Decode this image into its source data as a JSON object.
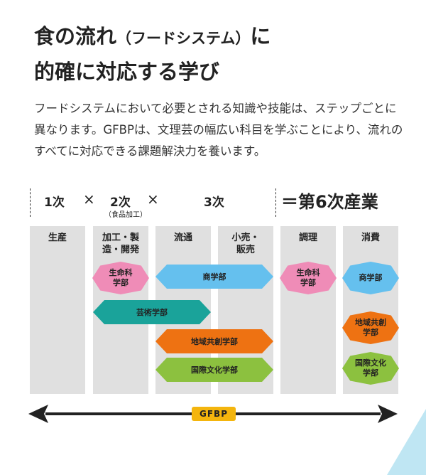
{
  "heading": {
    "line1_main": "食の流れ",
    "line1_paren": "（フードシステム）",
    "line1_tail": "に",
    "line2": "的確に対応する学び"
  },
  "description": "フードシステムにおいて必要とされる知識や技能は、ステップごとに異なります。GFBPは、文理芸の幅広い科目を学ぶことにより、流れのすべてに対応できる課題解決力を養います。",
  "industries": {
    "primary": "1次",
    "secondary": "2次",
    "secondary_note": "（食品加工）",
    "tertiary": "3次",
    "times1": "×",
    "times2": "×",
    "result": "＝第6次産業"
  },
  "columns": [
    "生産",
    "加工・製造・開発",
    "流通",
    "小売・販売",
    "調理",
    "消費"
  ],
  "arrows": {
    "commerce": "商学部",
    "arts": "芸術学部",
    "regional": "地域共創学部",
    "international": "国際文化学部"
  },
  "circles": {
    "life_science_1": "生命科学部",
    "life_science_2": "生命科学部",
    "commerce": "商学部",
    "regional": "地域共創学部",
    "international": "国際文化学部"
  },
  "gfbp": "GFBP",
  "colors": {
    "pink": "#ef8cb7",
    "blue": "#65c0ee",
    "teal": "#1aa39a",
    "orange": "#ee7212",
    "green": "#8cc13f",
    "gfbp": "#f4b50d",
    "background": "#bfe6f3"
  }
}
